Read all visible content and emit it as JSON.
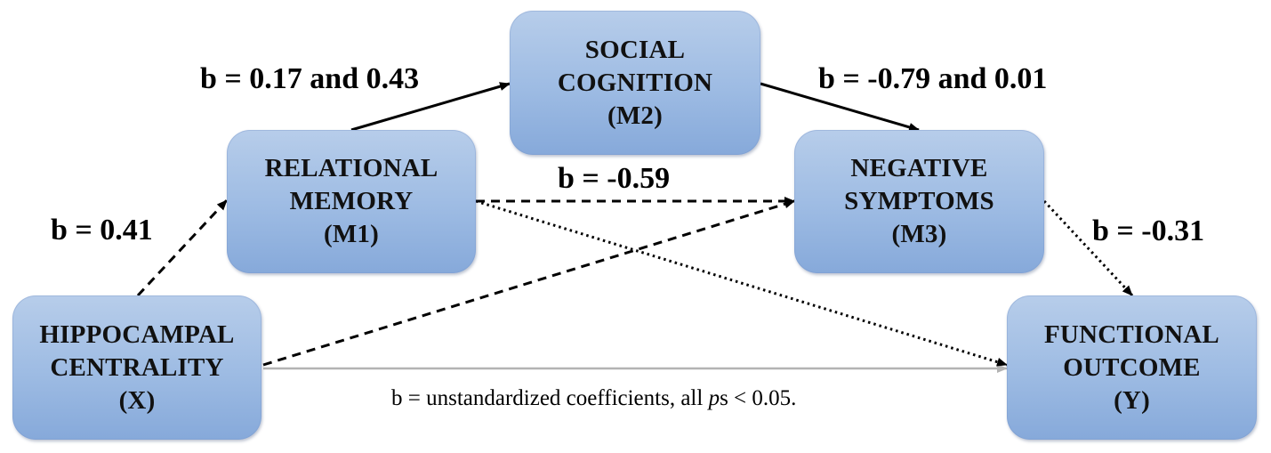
{
  "nodes": {
    "x": {
      "line1": "HIPPOCAMPAL",
      "line2": "CENTRALITY",
      "line3": "(X)"
    },
    "m1": {
      "line1": "RELATIONAL",
      "line2": "MEMORY",
      "line3": "(M1)"
    },
    "m2": {
      "line1": "SOCIAL",
      "line2": "COGNITION",
      "line3": "(M2)"
    },
    "m3": {
      "line1": "NEGATIVE",
      "line2": "SYMPTOMS",
      "line3": "(M3)"
    },
    "y": {
      "line1": "FUNCTIONAL",
      "line2": "OUTCOME",
      "line3": "(Y)"
    }
  },
  "coefficients": {
    "x_m1": "b = 0.41",
    "m1_m2": "b = 0.17 and 0.43",
    "m2_m3": "b = -0.79 and 0.01",
    "m1_m3": "b = -0.59",
    "m3_y": "b = -0.31"
  },
  "note": {
    "prefix": "b = unstandardized coefficients, all ",
    "italic": "p",
    "suffix": "s < 0.05."
  },
  "colors": {
    "box_fill_top": "#b7cdea",
    "box_fill_bottom": "#86a9da",
    "arrow": "#000000",
    "direct_path": "#b3b3b3"
  }
}
